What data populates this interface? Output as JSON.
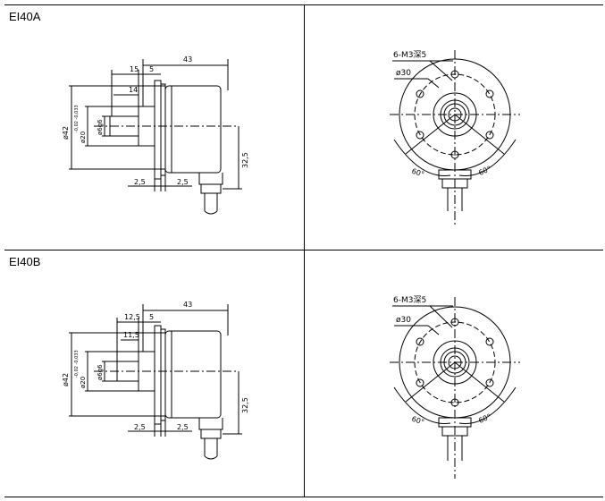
{
  "variants": [
    {
      "model": "EI40A",
      "side": {
        "length": "43",
        "shaft_outer": "15",
        "flange_offset": "5",
        "shaft_inner": "14",
        "body_dia": "ø42",
        "spigot_dia": "ø20",
        "spigot_tol": "-0,02\n-0,033",
        "shaft_dia": "ø6g6",
        "flange_gap1": "2,5",
        "flange_gap2": "2,5",
        "cable_height": "32,5"
      },
      "front": {
        "thread": "6-M3深5",
        "pcd": "ø30",
        "angle_left": "60°",
        "angle_right": "60°"
      }
    },
    {
      "model": "EI40B",
      "side": {
        "length": "43",
        "shaft_outer": "12,5",
        "flange_offset": "5",
        "shaft_inner": "11,5",
        "body_dia": "ø42",
        "spigot_dia": "ø20",
        "spigot_tol": "-0,02\n-0,033",
        "shaft_dia": "ø6g6",
        "flange_gap1": "2,5",
        "flange_gap2": "2,5",
        "cable_height": "32,5"
      },
      "front": {
        "thread": "6-M3深5",
        "pcd": "ø30",
        "angle_left": "60°",
        "angle_right": "60°"
      }
    }
  ]
}
